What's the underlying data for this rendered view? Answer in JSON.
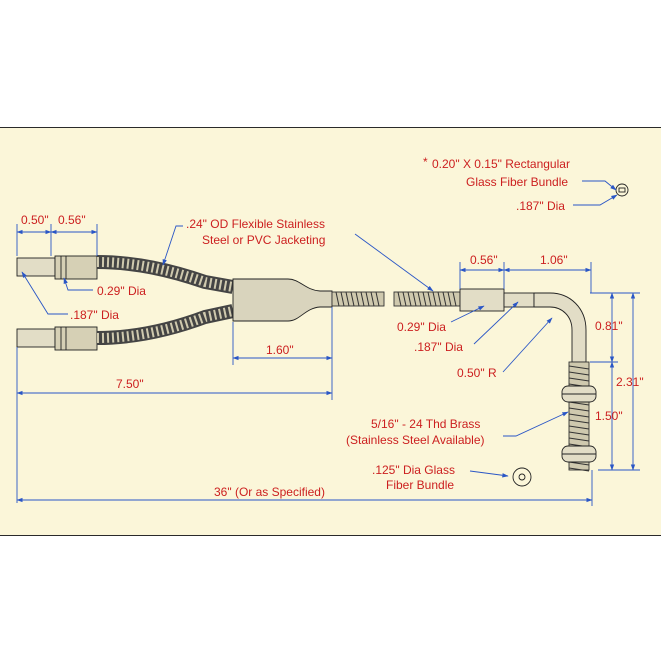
{
  "colors": {
    "background": "#fbf6d9",
    "label_text": "#cc1f1f",
    "dimension_line": "#2a56c6",
    "outline": "#222222",
    "jacket": "#d9d4bd",
    "ferrule": "#e2ddc6"
  },
  "labels": {
    "rect_bundle_line1": "0.20\" X 0.15\" Rectangular",
    "rect_bundle_line2": "Glass Fiber Bundle",
    "rect_bundle_marker": "*",
    "dia_187_top": ".187\" Dia",
    "jacket_line1": ".24\" OD Flexible Stainless",
    "jacket_line2": "Steel or PVC Jacketing",
    "dim_050": "0.50\"",
    "dim_056_left": "0.56\"",
    "dia_029_left": "0.29\" Dia",
    "dia_187_left": ".187\" Dia",
    "dim_160": "1.60\"",
    "dim_750": "7.50\"",
    "dim_056_right": "0.56\"",
    "dim_106": "1.06\"",
    "dia_029_right": "0.29\" Dia",
    "dia_187_right": ".187\" Dia",
    "radius": "0.50\" R",
    "dim_081": "0.81\"",
    "dim_231": "2.31\"",
    "dim_150": "1.50\"",
    "thread_line1": "5/16\" - 24 Thd Brass",
    "thread_line2": "(Stainless Steel Available)",
    "round_bundle_line1": ".125\" Dia Glass",
    "round_bundle_line2": "Fiber Bundle",
    "dim_36": "36\" (Or as Specified)"
  }
}
